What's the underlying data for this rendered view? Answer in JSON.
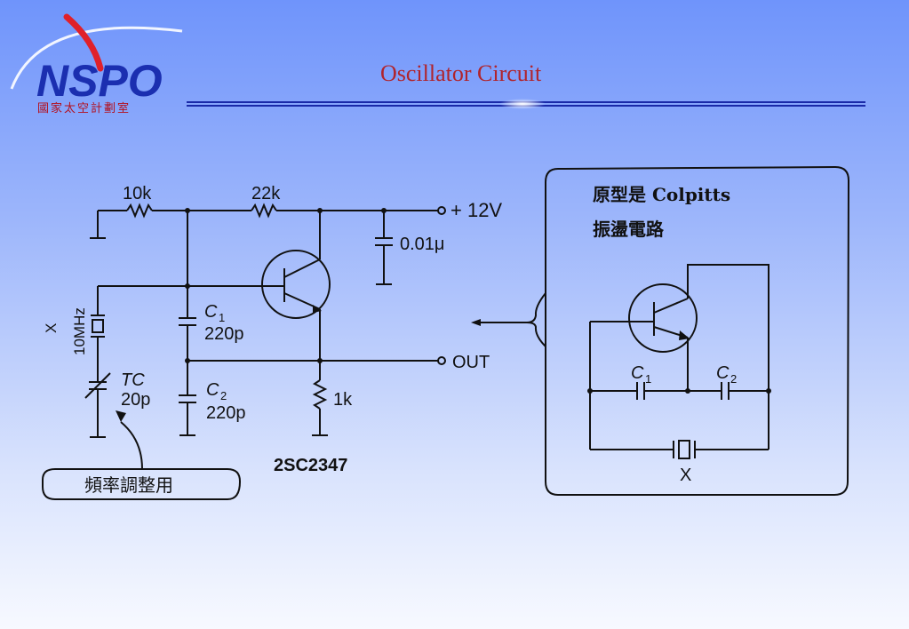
{
  "header": {
    "logo_text": "NSPO",
    "logo_subtitle": "國家太空計劃室",
    "title": "Oscillator Circuit"
  },
  "schematic": {
    "r1_label": "10k",
    "r2_label": "22k",
    "supply_label": "+ 12V",
    "cap_bypass_label": "0.01μ",
    "crystal_label_x": "X",
    "crystal_label_freq": "10MHz",
    "c1_label": "C",
    "c1_sub": "1",
    "c1_value": "220p",
    "c2_label": "C",
    "c2_sub": "2",
    "c2_value": "220p",
    "tc_label": "TC",
    "tc_value": "20p",
    "out_label": "OUT",
    "re_label": "1k",
    "transistor_label": "2SC2347",
    "callout_text": "頻率調整用"
  },
  "inset": {
    "note_line1": "原型是 Colpitts",
    "note_line2": "振盪電路",
    "c1_label": "C",
    "c1_sub": "1",
    "c2_label": "C",
    "c2_sub": "2",
    "crystal_label": "X"
  },
  "colors": {
    "title": "#b0242c",
    "logo_blue": "#1b2fb0",
    "logo_red": "#e0202a",
    "rule_blue": "#1a2aa8",
    "ink": "#111111"
  }
}
